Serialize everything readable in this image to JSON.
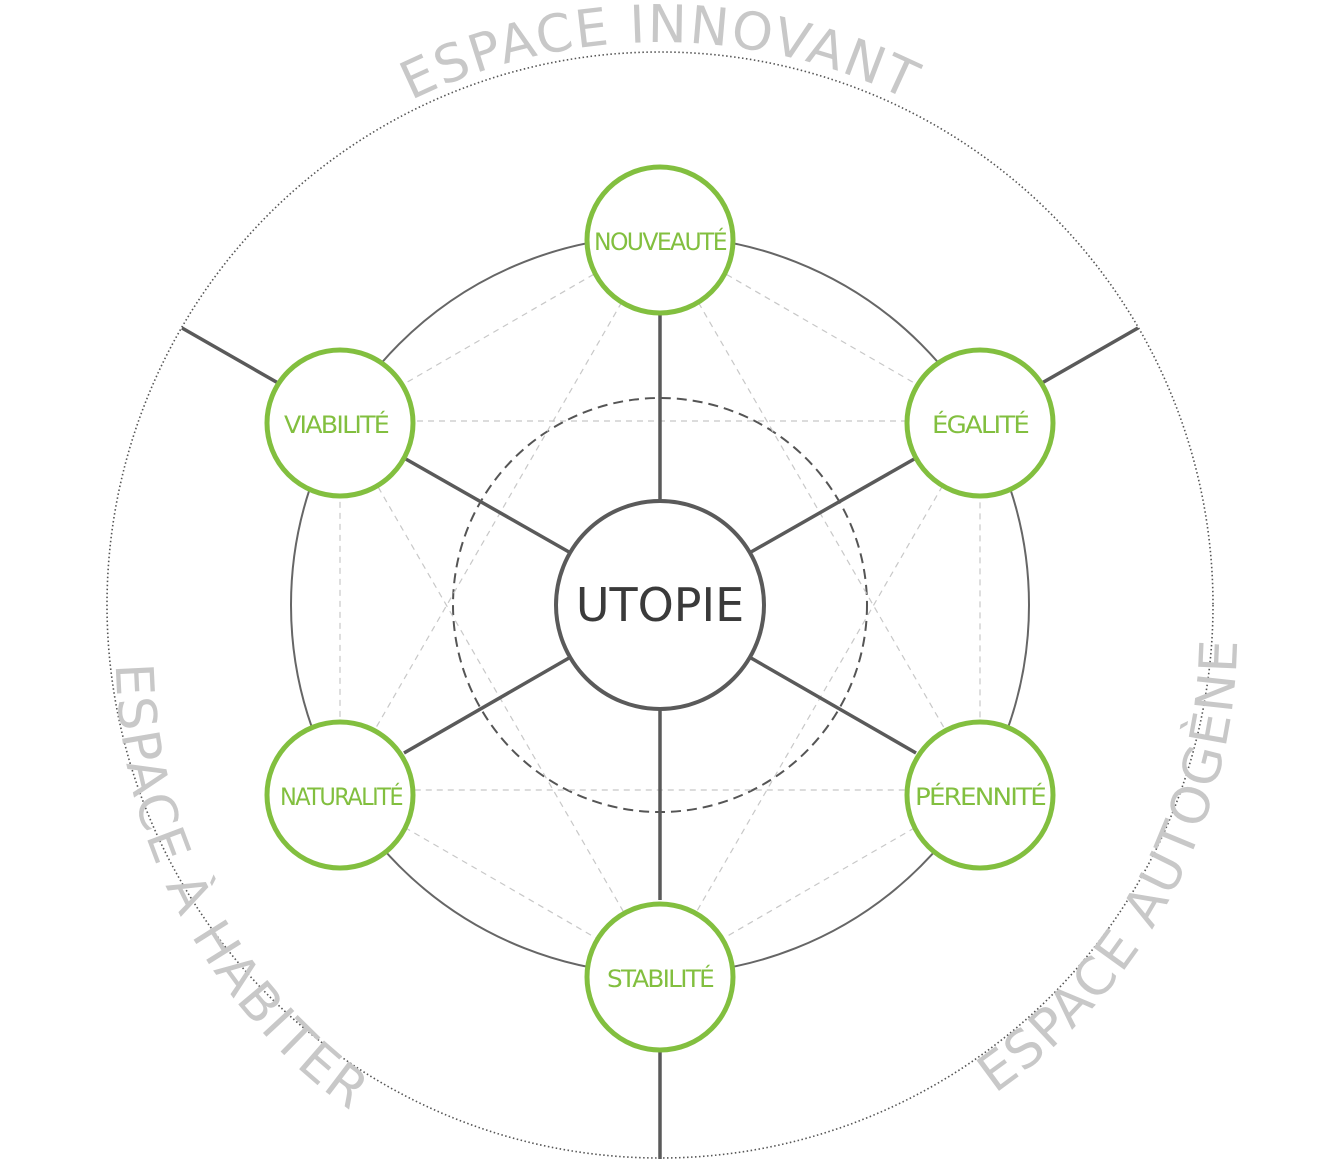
{
  "center": {
    "label": "UTOPIE"
  },
  "nodes": [
    {
      "id": "nouveaute",
      "label": "NOUVEAUTÉ"
    },
    {
      "id": "egalite",
      "label": "ÉGALITÉ"
    },
    {
      "id": "perennite",
      "label": "PÉRENNITÉ"
    },
    {
      "id": "stabilite",
      "label": "STABILITÉ"
    },
    {
      "id": "naturalite",
      "label": "NATURALITÉ"
    },
    {
      "id": "viabilite",
      "label": "VIABILITÉ"
    }
  ],
  "sectors": {
    "top": "ESPACE INNOVANT",
    "left": "ESPACE À HABITER",
    "right": "ESPACE AUTOGÈNE"
  },
  "colors": {
    "node_stroke": "#82bf3f",
    "node_text": "#82bf3f",
    "sector_text": "#c8c8c8",
    "spoke": "#5a5a5a",
    "center_text": "#3a3a3a"
  }
}
